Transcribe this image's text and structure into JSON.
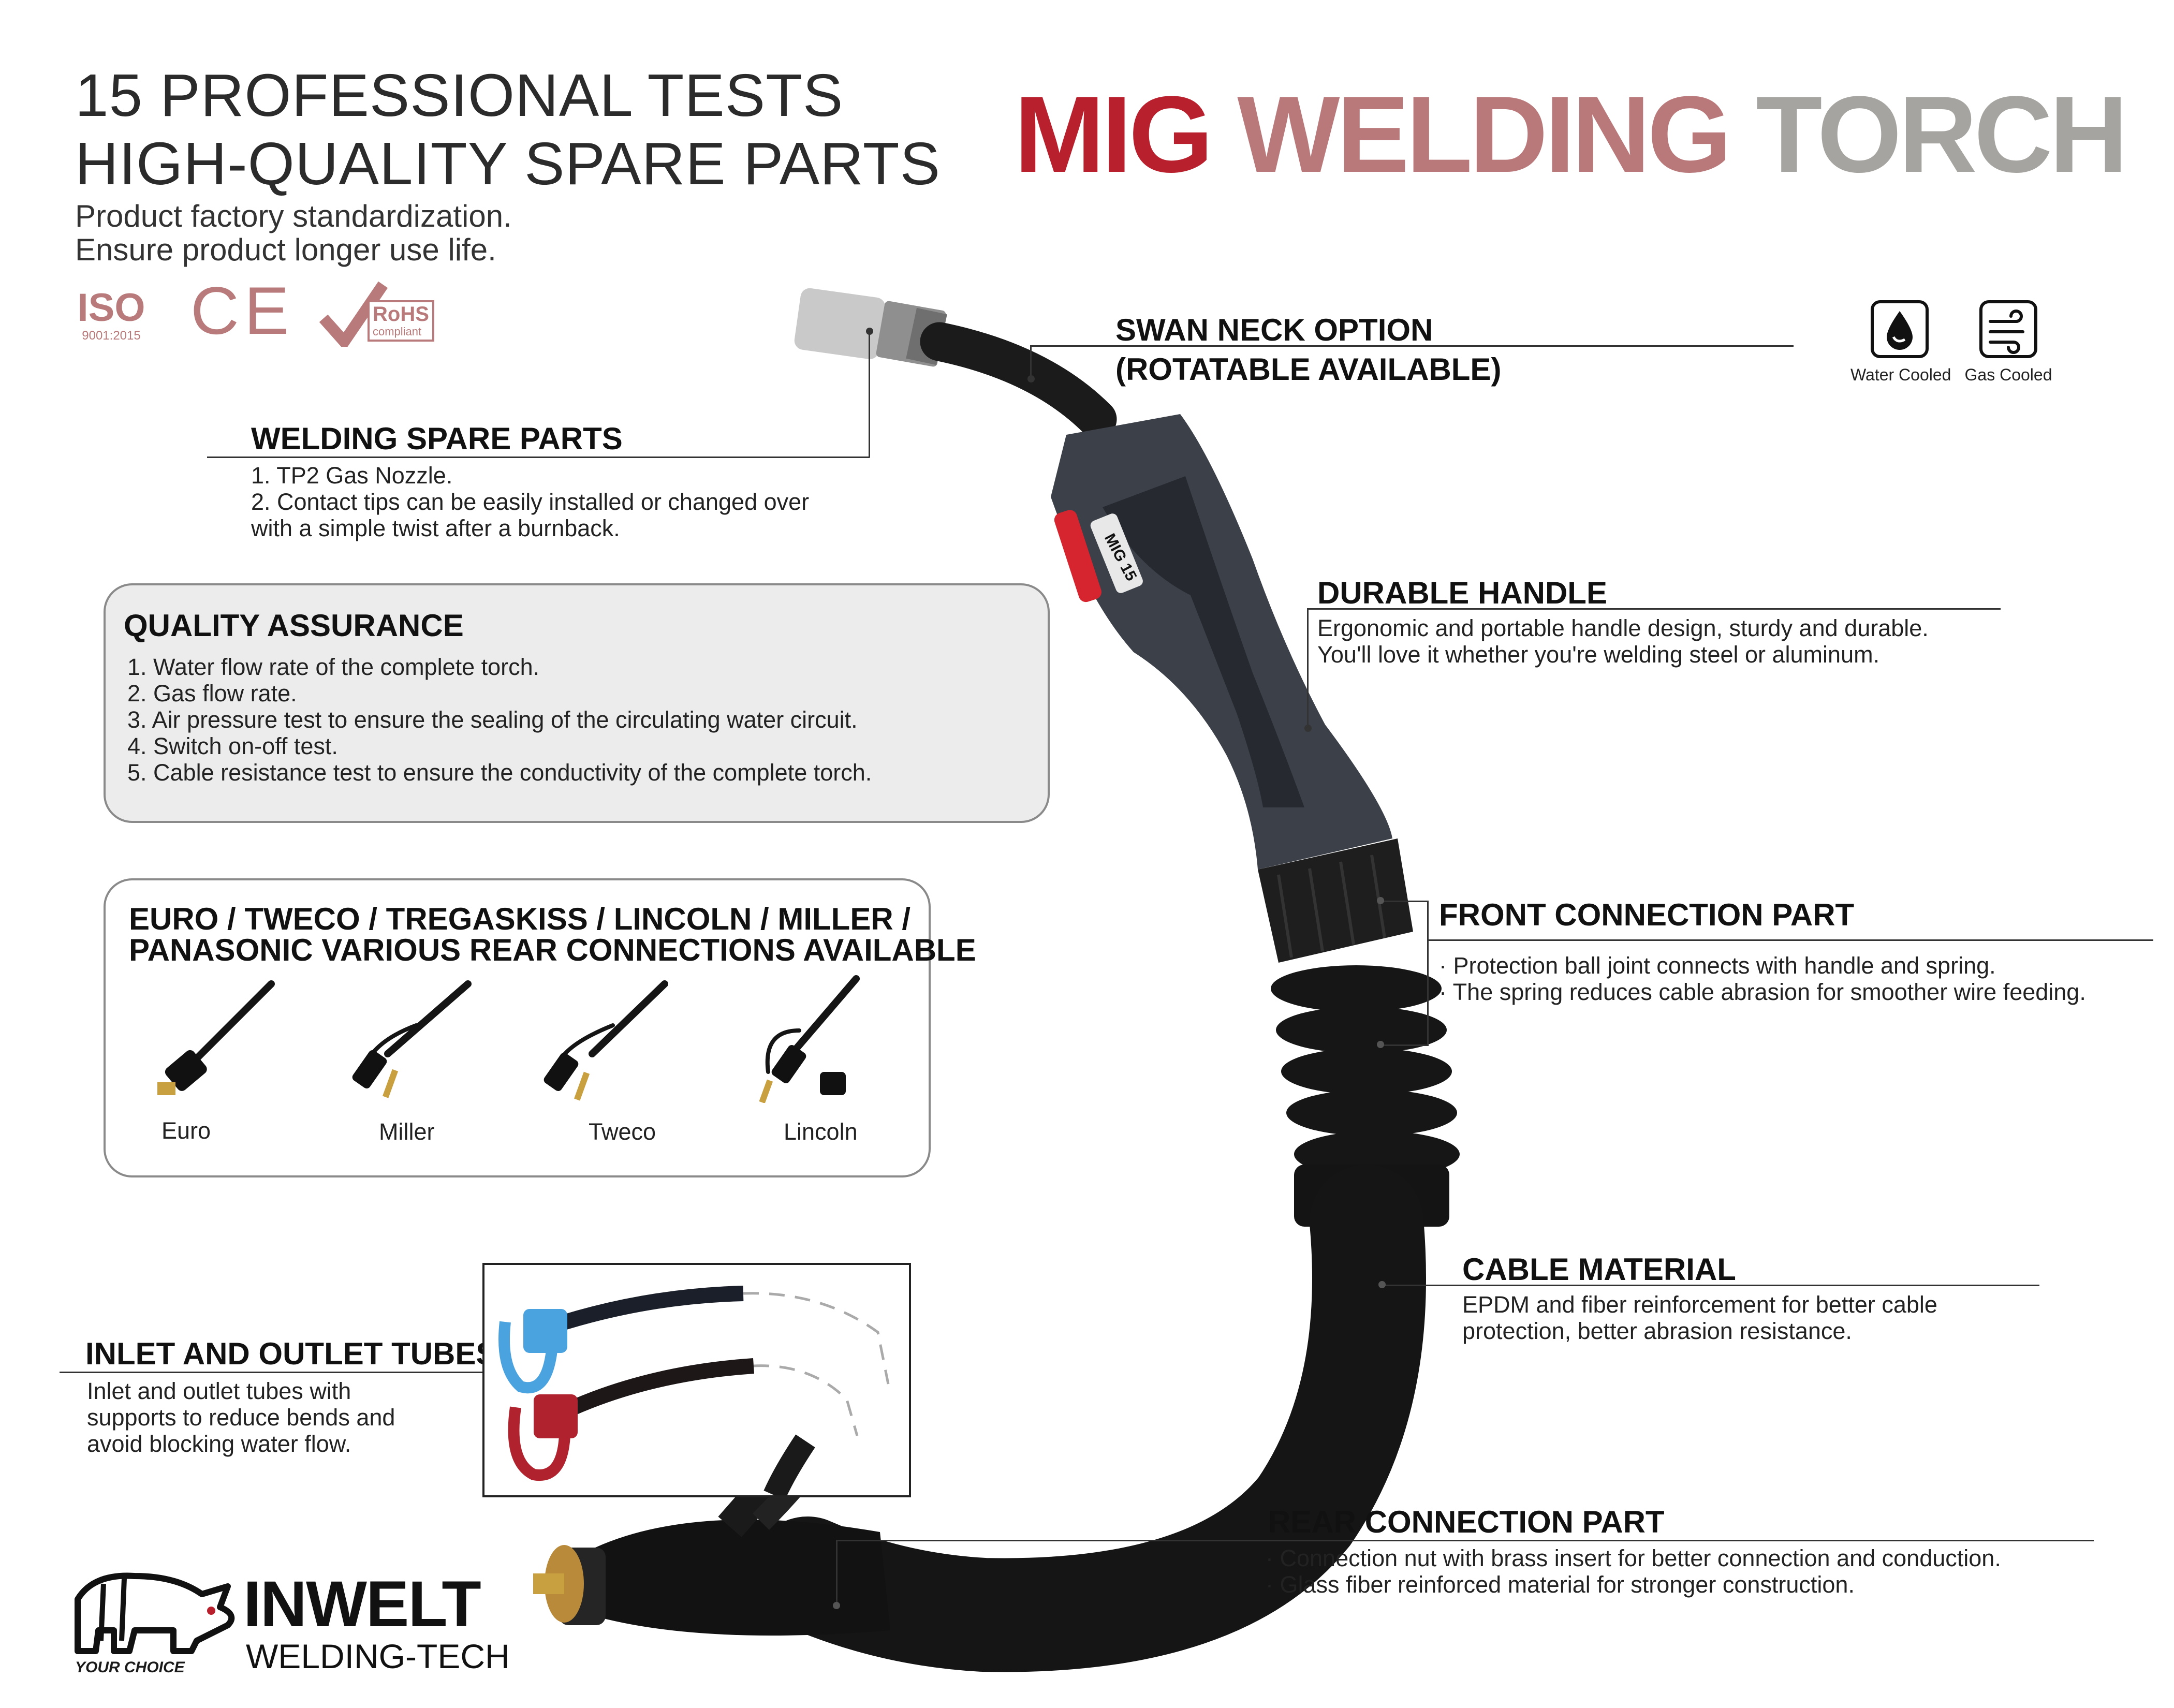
{
  "headline": {
    "line1": "15 PROFESSIONAL TESTS",
    "line2": "HIGH-QUALITY SPARE PARTS"
  },
  "subtitle": {
    "line1": "Product factory standardization.",
    "line2": "Ensure product longer use life."
  },
  "certs": {
    "iso": "ISO",
    "iso_sub": "9001:2015",
    "ce": "CE",
    "rohs": "RoHS",
    "rohs_sub": "compliant"
  },
  "title": {
    "part1": "MIG",
    "part2": "WELDING",
    "part3": "TORCH"
  },
  "swan_neck": {
    "line1": "SWAN NECK OPTION",
    "line2": "(ROTATABLE  AVAILABLE)"
  },
  "cooling": {
    "water": "Water Cooled",
    "gas": "Gas Cooled"
  },
  "spare_parts": {
    "heading": "WELDING SPARE PARTS",
    "lines": [
      "1. TP2 Gas Nozzle.",
      "2.  Contact tips can be easily installed or changed over",
      "with a simple twist after a burnback."
    ]
  },
  "quality": {
    "heading": "QUALITY ASSURANCE",
    "items": [
      "1. Water flow rate of the complete torch.",
      "2. Gas flow rate.",
      "3. Air pressure test to ensure the sealing of the circulating water circuit.",
      "4. Switch on-off test.",
      "5. Cable resistance test to ensure the conductivity of the complete torch."
    ]
  },
  "handle": {
    "heading": "DURABLE HANDLE",
    "lines": [
      "Ergonomic and portable handle design, sturdy and durable.",
      "You'll love it whether you're welding steel or aluminum."
    ],
    "model": "MIG 15"
  },
  "connections": {
    "line1": "EURO / TWECO / TREGASKISS / LINCOLN / MILLER /",
    "line2": "PANASONIC VARIOUS REAR CONNECTIONS AVAILABLE",
    "types": [
      "Euro",
      "Miller",
      "Tweco",
      "Lincoln"
    ]
  },
  "front_conn": {
    "heading": "FRONT CONNECTION PART",
    "lines": [
      "· Protection ball joint connects with handle and spring.",
      "· The spring reduces cable abrasion for smoother wire feeding."
    ]
  },
  "cable": {
    "heading": "CABLE MATERIAL",
    "lines": [
      "EPDM and fiber reinforcement for better cable",
      "protection, better abrasion resistance."
    ]
  },
  "tubes": {
    "heading": "INLET AND OUTLET TUBES",
    "lines": [
      "Inlet and outlet tubes with",
      "supports to reduce bends and",
      "avoid blocking water flow."
    ]
  },
  "rear_conn": {
    "heading": "REAR CONNECTION PART",
    "lines": [
      "· Connection nut with brass insert for better connection and conduction.",
      "· Glass fiber reinforced material for stronger construction."
    ]
  },
  "brand": {
    "name": "INWELT",
    "tag": "WELDING-TECH",
    "slogan": "YOUR CHOICE"
  },
  "colors": {
    "red": "#b8202d",
    "rose": "#b97879",
    "grey": "#a6a4a0",
    "water_blue": "#4aa3df",
    "outlet_red": "#b0232e"
  }
}
